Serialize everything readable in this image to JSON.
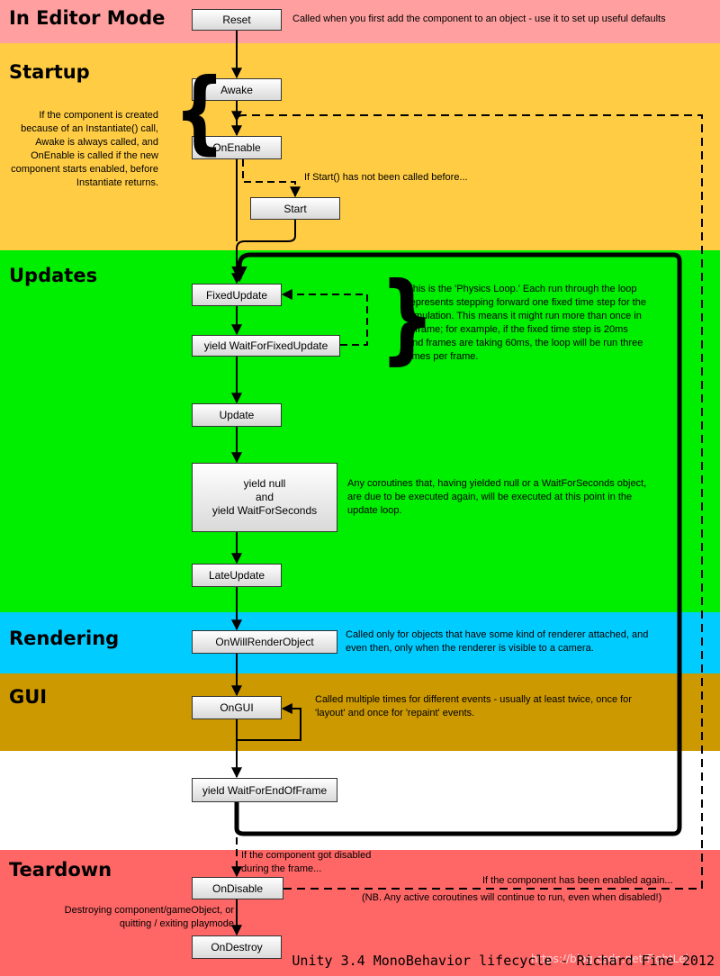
{
  "colors": {
    "editor": "#ff9f9f",
    "startup": "#ffcc44",
    "updates": "#00ee00",
    "rendering": "#00ccff",
    "gui": "#cc9900",
    "endframe": "#ffffff",
    "teardown": "#ff6666"
  },
  "sections": {
    "editor": "In Editor Mode",
    "startup": "Startup",
    "updates": "Updates",
    "rendering": "Rendering",
    "gui": "GUI",
    "teardown": "Teardown"
  },
  "boxes": {
    "reset": "Reset",
    "awake": "Awake",
    "onenable": "OnEnable",
    "start": "Start",
    "fixedupdate": "FixedUpdate",
    "waitfixed": "yield WaitForFixedUpdate",
    "update": "Update",
    "yield_null": "yield null",
    "yield_and": "and",
    "yield_seconds": "yield WaitForSeconds",
    "lateupdate": "LateUpdate",
    "onwillrender": "OnWillRenderObject",
    "ongui": "OnGUI",
    "endofframe": "yield WaitForEndOfFrame",
    "ondisable": "OnDisable",
    "ondestroy": "OnDestroy"
  },
  "notes": {
    "reset": "Called when you first add the component to an object - use it to set up useful defaults",
    "instantiate": "If the component is created because of an Instantiate() call, Awake is always called, and OnEnable is called if the new component starts enabled, before Instantiate returns.",
    "start": "If Start() has not been called before...",
    "physics": "This is the 'Physics Loop.' Each run through the loop represents stepping forward one fixed time step for the simulation. This means it might run more than once in a frame; for example, if the fixed time step is 20ms and frames are taking 60ms, the loop will be run three times per frame.",
    "coroutines": "Any coroutines that, having yielded null or a WaitForSeconds object, are due to be executed again, will be executed at this point in the update loop.",
    "render": "Called only for objects that have some kind of renderer attached, and even then, only when the renderer is visible to a camera.",
    "gui": "Called multiple times for different events - usually at least twice, once for 'layout' and once for 'repaint' events.",
    "disabled": "If the component got disabled during the frame...",
    "enabled_again": "If the component has been enabled again...",
    "coroutines_disabled": "(NB. Any active coroutines will continue to run, even when disabled!)",
    "destroy": "Destroying component/gameObject, or quitting / exiting playmode"
  },
  "footer": "Unity 3.4 MonoBehavior lifecycle - Richard Fine 2012",
  "watermark": "https://blog.csdn.net/FightLei"
}
